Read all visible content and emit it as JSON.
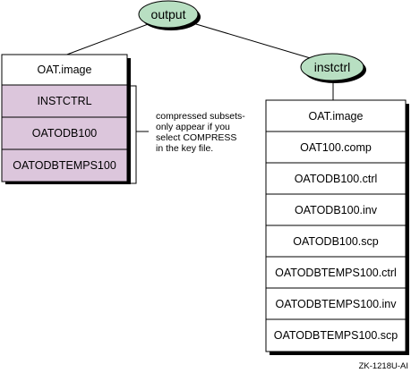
{
  "colors": {
    "node_fill": "#b8dfc2",
    "stack_shaded": "#dcc6dc",
    "stack_plain": "#ffffff",
    "line": "#000000",
    "shadow": "#000000"
  },
  "nodes": {
    "root": {
      "label": "output",
      "shape": "ellipse"
    },
    "child": {
      "label": "instctrl",
      "shape": "ellipse"
    }
  },
  "left_stack": {
    "items": [
      {
        "label": "OAT.image",
        "shaded": false
      },
      {
        "label": "INSTCTRL",
        "shaded": true
      },
      {
        "label": "OATODB100",
        "shaded": true
      },
      {
        "label": "OATODBTEMPS100",
        "shaded": true
      }
    ]
  },
  "right_stack": {
    "items": [
      {
        "label": "OAT.image"
      },
      {
        "label": "OAT100.comp"
      },
      {
        "label": "OATODB100.ctrl"
      },
      {
        "label": "OATODB100.inv"
      },
      {
        "label": "OATODB100.scp"
      },
      {
        "label": "OATODBTEMPS100.ctrl"
      },
      {
        "label": "OATODBTEMPS100.inv"
      },
      {
        "label": "OATODBTEMPS100.scp"
      }
    ]
  },
  "note": {
    "lines": [
      "compressed subsets-",
      "only appear if you",
      "select COMPRESS",
      "in the key file."
    ]
  },
  "figure_code": "ZK-1218U-AI"
}
